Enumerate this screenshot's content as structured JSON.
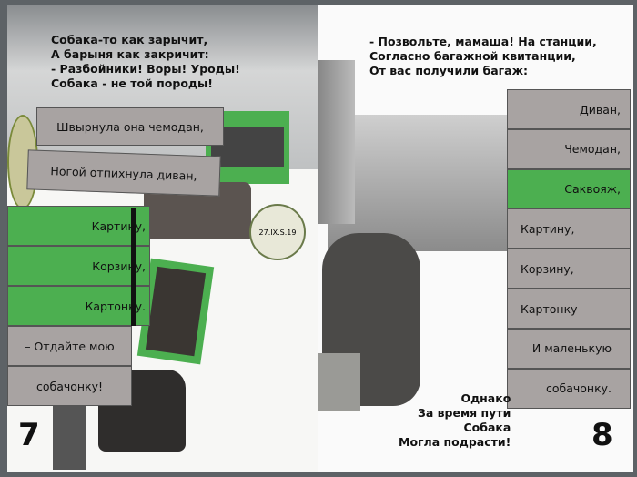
{
  "left_page": {
    "verse": "Собака-то как зарычит,\nА барыня как закричит:\n- Разбойники! Воры! Уроды!\nСобака - не той породы!",
    "labels": [
      "Швырнула она чемодан,",
      "Ногой отпихнула диван,"
    ],
    "green_panels": [
      "Картину,",
      "Корзину,",
      "Картонку."
    ],
    "gray_panels": [
      "– Отдайте мою",
      "собачонку!"
    ],
    "stamp_text": "27.IX.S.19",
    "page_number": "7"
  },
  "right_page": {
    "verse": "- Позвольте, мамаша! На станции,\nСогласно багажной квитанции,\nОт вас получили багаж:",
    "panels": [
      {
        "label": "Диван,",
        "highlight": false
      },
      {
        "label": "Чемодан,",
        "highlight": false
      },
      {
        "label": "Саквояж,",
        "highlight": true
      },
      {
        "label": "Картину,",
        "highlight": false
      },
      {
        "label": "Корзину,",
        "highlight": false
      },
      {
        "label": "Картонку",
        "highlight": false
      },
      {
        "label": "И маленькую",
        "highlight": false
      },
      {
        "label": "собачонку.",
        "highlight": false
      }
    ],
    "bottom_verse": "Однако\nЗа время пути\nСобака\nМогла подрасти!",
    "page_number": "8"
  },
  "colors": {
    "green": "#4caf50",
    "gray_panel": "#a8a3a2",
    "background": "#5d6266"
  }
}
